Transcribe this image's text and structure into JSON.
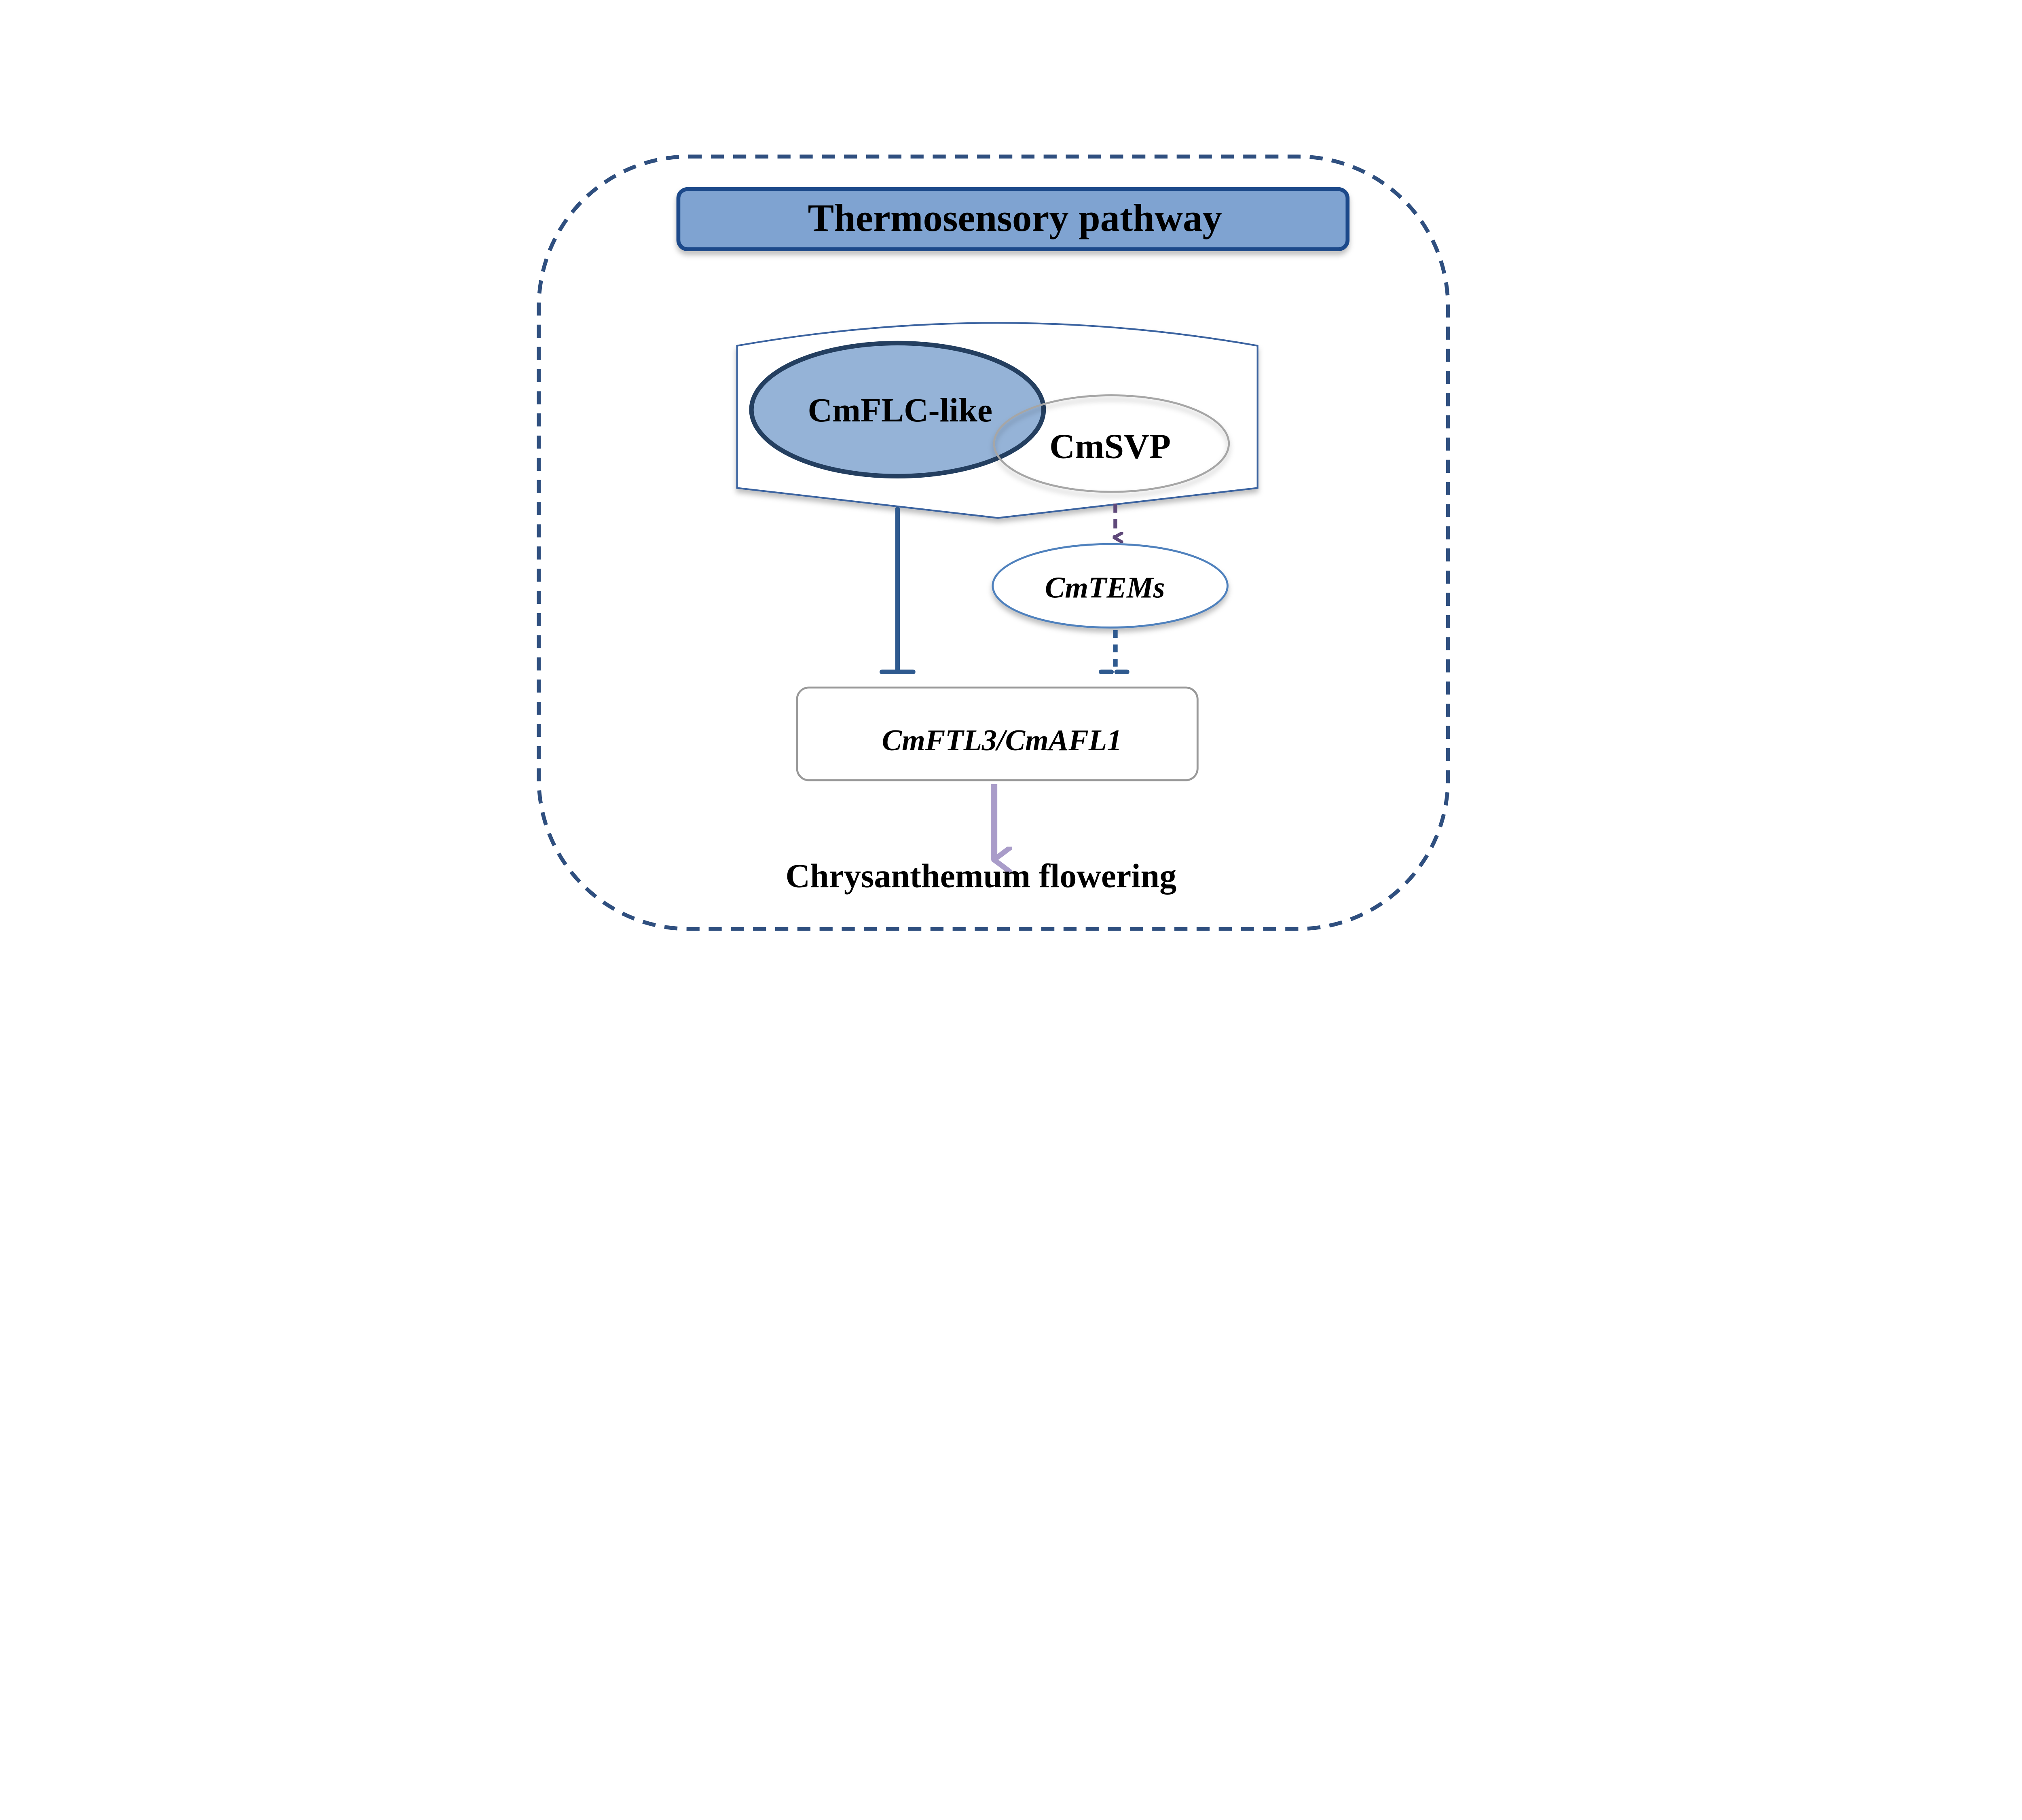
{
  "title": "Thermosensory pathway",
  "nodes": {
    "flc": "CmFLC-like",
    "svp": "CmSVP",
    "tems": "CmTEMs",
    "target": "CmFTL3/CmAFL1",
    "outcome": "Chrysanthemum flowering"
  },
  "edges": [
    {
      "from": "CmFLC-like/CmSVP complex",
      "to": "CmFTL3/CmAFL1",
      "type": "inhibition",
      "style": "solid"
    },
    {
      "from": "CmSVP",
      "to": "CmTEMs",
      "type": "activation",
      "style": "dashed"
    },
    {
      "from": "CmTEMs",
      "to": "CmFTL3/CmAFL1",
      "type": "inhibition",
      "style": "dashed"
    },
    {
      "from": "CmFTL3/CmAFL1",
      "to": "Chrysanthemum flowering",
      "type": "activation",
      "style": "solid"
    }
  ],
  "colors": {
    "frame": "#2f4f7f",
    "title_fill": "#7fa3d1",
    "title_stroke": "#1f4a8a",
    "flc_fill": "#95b3d7",
    "flc_stroke": "#243f60",
    "svp_stroke": "#a6a6a6",
    "tems_stroke": "#4f81bd",
    "inhibit": "#2f5a8f",
    "activate_dashed": "#5f497a",
    "activate_flower": "#a99cc9"
  }
}
